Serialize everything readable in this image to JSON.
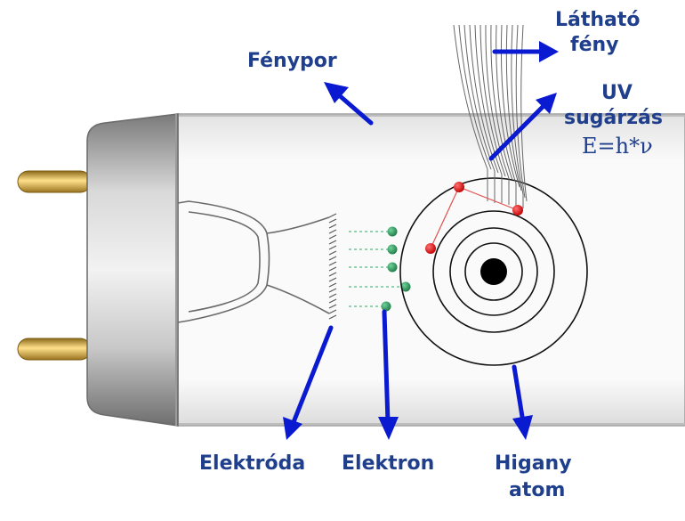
{
  "labels": {
    "phosphor": "Fénypor",
    "visible_light_1": "Látható",
    "visible_light_2": "fény",
    "uv_1": "UV",
    "uv_2": "sugárzás",
    "formula": "E=h*ν",
    "electrode": "Elektróda",
    "electron": "Elektron",
    "mercury_1": "Higany",
    "mercury_2": "atom"
  },
  "colors": {
    "label": "#1f3f8c",
    "arrow": "#0a1ad0",
    "electron": "#2e8b57",
    "excited_electron": "#e01010",
    "nucleus": "#000000",
    "pin": "#d4a93a",
    "cap": "#8d8d8d",
    "tube": "#f4f4f4"
  },
  "icons": {
    "arrows": "arrow-icon",
    "pins": "pin-icon",
    "electrons": "electron-dot-icon"
  }
}
